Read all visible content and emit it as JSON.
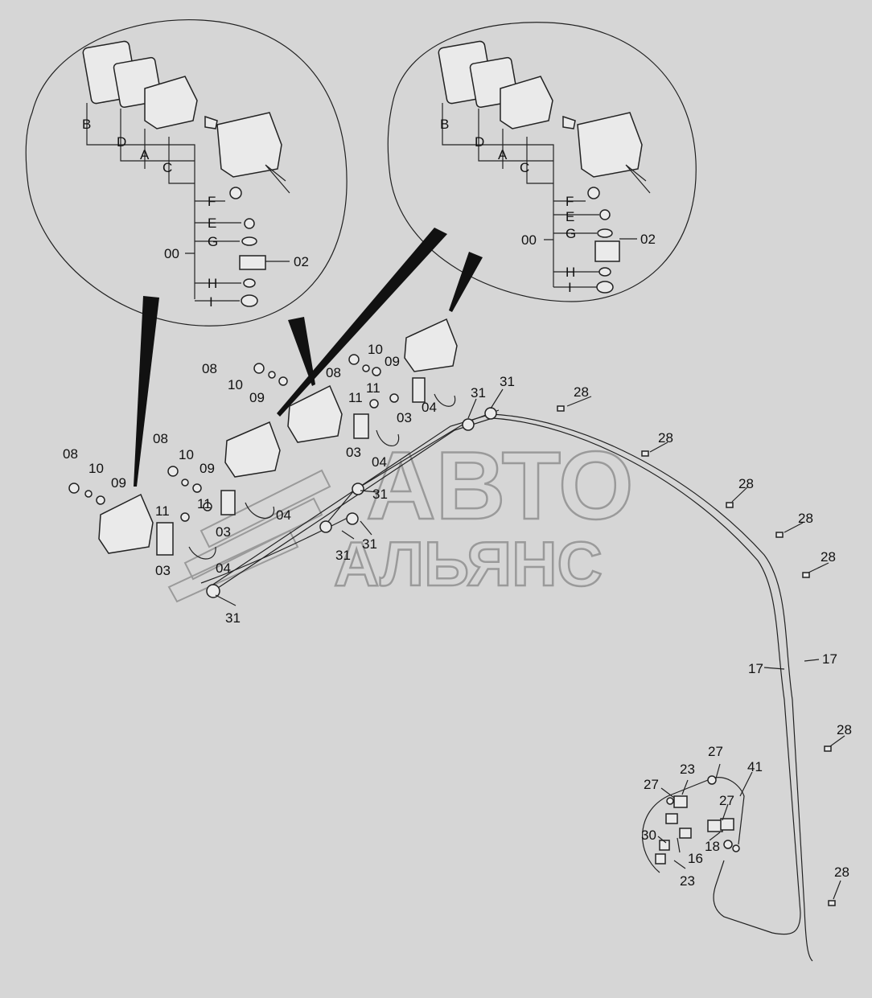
{
  "watermark": {
    "line1": "АВТО",
    "line2": "АЛЬЯНС"
  },
  "detail_left": {
    "labels": [
      "B",
      "D",
      "A",
      "C",
      "F",
      "E",
      "G",
      "00",
      "02",
      "H",
      "I"
    ]
  },
  "detail_right": {
    "labels": [
      "B",
      "D",
      "A",
      "C",
      "F",
      "E",
      "G",
      "00",
      "02",
      "H",
      "I"
    ]
  },
  "callouts": {
    "n08a": "08",
    "n10a": "10",
    "n09a": "09",
    "n08b": "08",
    "n10b": "10",
    "n09b": "09",
    "n08c": "08",
    "n10c": "10",
    "n09c": "09",
    "n08d": "08",
    "n10d": "10",
    "n09d": "09",
    "n11a": "11",
    "n11b": "11",
    "n11c": "11",
    "n11d": "11",
    "n03a": "03",
    "n03b": "03",
    "n03c": "03",
    "n03d": "03",
    "n04a": "04",
    "n04b": "04",
    "n04c": "04",
    "n04d": "04",
    "n31a": "31",
    "n31b": "31",
    "n31c": "31",
    "n31d": "31",
    "n31e": "31",
    "n31f": "31",
    "n28a": "28",
    "n28b": "28",
    "n28c": "28",
    "n28d": "28",
    "n28e": "28",
    "n28f": "28",
    "n28g": "28",
    "n17a": "17",
    "n17b": "17",
    "n27a": "27",
    "n27b": "27",
    "n27c": "27",
    "n23a": "23",
    "n23b": "23",
    "n41": "41",
    "n30": "30",
    "n16": "16",
    "n18": "18"
  },
  "colors": {
    "background": "#d6d6d6",
    "line": "#222222",
    "watermark": "#9a9a9a"
  }
}
